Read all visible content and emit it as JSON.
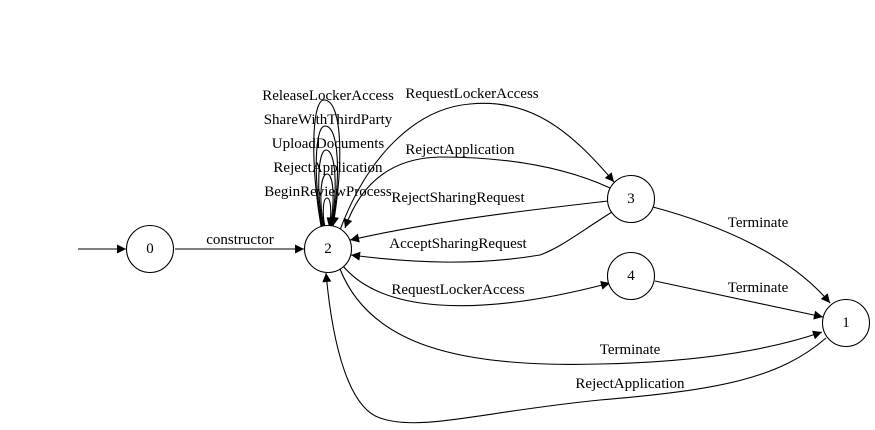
{
  "diagram": {
    "nodes": [
      {
        "id": "0",
        "label": "0"
      },
      {
        "id": "2",
        "label": "2"
      },
      {
        "id": "3",
        "label": "3"
      },
      {
        "id": "4",
        "label": "4"
      },
      {
        "id": "1",
        "label": "1"
      }
    ],
    "edges": [
      {
        "from": "start",
        "to": "0",
        "label": ""
      },
      {
        "from": "0",
        "to": "2",
        "label": "constructor"
      },
      {
        "from": "2",
        "to": "2",
        "label": "ReleaseLockerAccess"
      },
      {
        "from": "2",
        "to": "2",
        "label": "ShareWithThirdParty"
      },
      {
        "from": "2",
        "to": "2",
        "label": "UploadDocuments"
      },
      {
        "from": "2",
        "to": "2",
        "label": "RejectApplication"
      },
      {
        "from": "2",
        "to": "2",
        "label": "BeginReviewProcess"
      },
      {
        "from": "2",
        "to": "3",
        "label": "RequestLockerAccess"
      },
      {
        "from": "3",
        "to": "2",
        "label": "RejectApplication"
      },
      {
        "from": "3",
        "to": "2",
        "label": "RejectSharingRequest"
      },
      {
        "from": "3",
        "to": "2",
        "label": "AcceptSharingRequest"
      },
      {
        "from": "3",
        "to": "1",
        "label": "Terminate"
      },
      {
        "from": "2",
        "to": "4",
        "label": "RequestLockerAccess"
      },
      {
        "from": "4",
        "to": "1",
        "label": "Terminate"
      },
      {
        "from": "2",
        "to": "1",
        "label": "Terminate"
      },
      {
        "from": "1",
        "to": "2",
        "label": "RejectApplication"
      }
    ]
  }
}
